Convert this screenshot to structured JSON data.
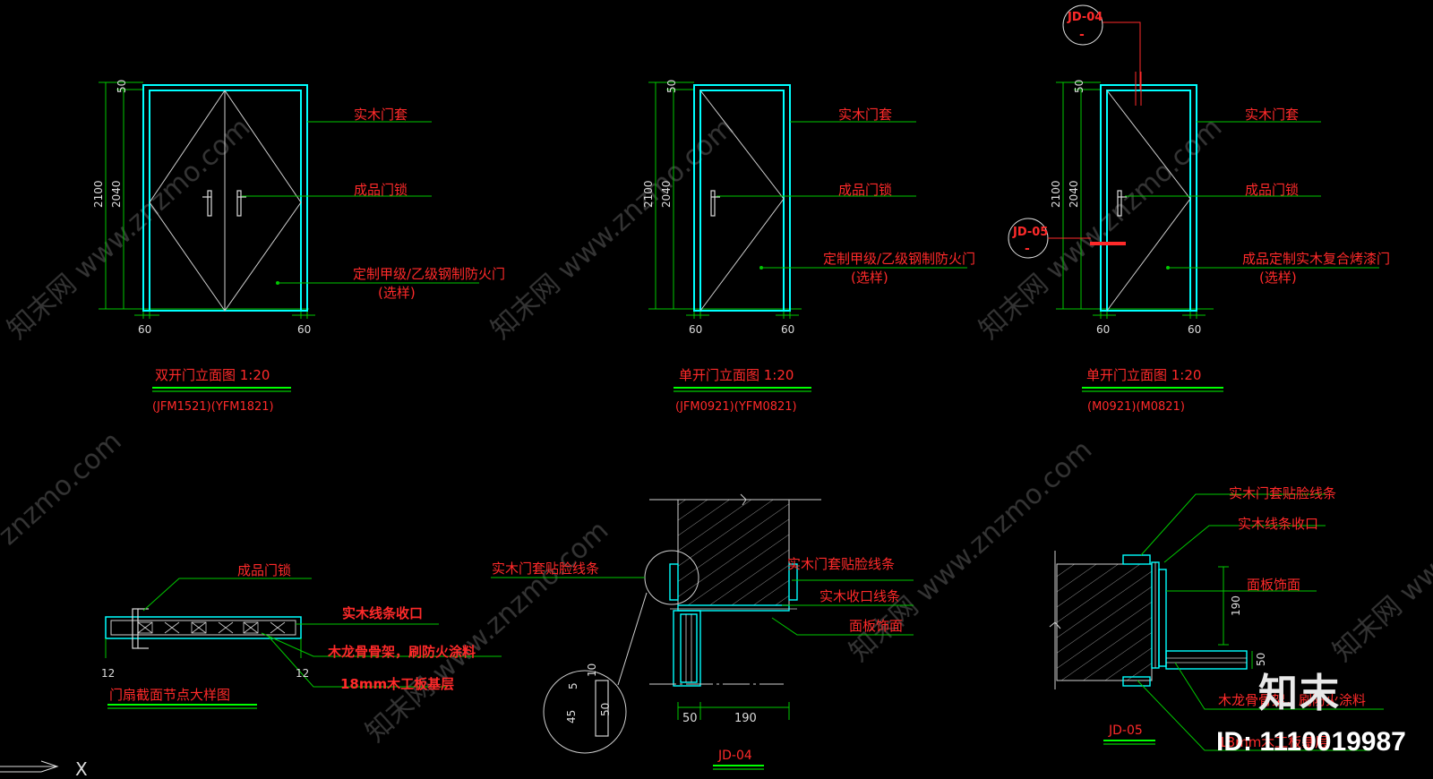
{
  "colors": {
    "background": "#000000",
    "frame": "#00ffff",
    "leader": "#00c800",
    "label": "#ff2a2a",
    "title_underline": "#00ff00",
    "hatch": "#bfbfbf",
    "geometry": "#d8d8d8"
  },
  "elevations": [
    {
      "title": "双开门立面图 1:20",
      "codes": "(JFM1521)(YFM1821)",
      "dim_total": "2100",
      "dim_leaf": "2040",
      "dim_top": "50",
      "dim_left": "60",
      "dim_right": "60",
      "label_frame": "实木门套",
      "label_lock": "成品门锁",
      "label_door_line1": "定制甲级/乙级钢制防火门",
      "label_door_line2": "(选样)"
    },
    {
      "title": "单开门立面图 1:20",
      "codes": "(JFM0921)(YFM0821)",
      "dim_total": "2100",
      "dim_leaf": "2040",
      "dim_top": "50",
      "dim_left": "60",
      "dim_right": "60",
      "label_frame": "实木门套",
      "label_lock": "成品门锁",
      "label_door_line1": "定制甲级/乙级钢制防火门",
      "label_door_line2": "(选样)"
    },
    {
      "title": "单开门立面图 1:20",
      "codes": "(M0921)(M0821)",
      "dim_total": "2100",
      "dim_leaf": "2040",
      "dim_top": "50",
      "dim_left": "60",
      "dim_right": "60",
      "label_frame": "实木门套",
      "label_lock": "成品门锁",
      "label_door_line1": "成品定制实木复合烤漆门",
      "label_door_line2": "(选样)",
      "callout_top": "JD-04",
      "callout_side": "JD-05",
      "callout_sub": "-"
    }
  ],
  "section": {
    "title": "门扇截面节点大样图",
    "label_lock": "成品门锁",
    "label_trim": "实木线条收口",
    "label_frame": "木龙骨骨架，刷防火涂料",
    "label_board": "18mm木工板基层",
    "dim_left": "12",
    "dim_right": "12"
  },
  "jd04": {
    "title": "JD-04",
    "label_left": "实木门套贴脸线条",
    "label_r1": "实木门套贴脸线条",
    "label_r2": "实木收口线条",
    "label_r3": "面板饰面",
    "dim_a": "50",
    "dim_b": "190",
    "detail_45": "45",
    "detail_50": "50",
    "detail_5": "5",
    "detail_10": "10"
  },
  "jd05": {
    "title": "JD-05",
    "label_1": "实木门套贴脸线条",
    "label_2": "实木线条收口",
    "label_3": "面板饰面",
    "label_4": "木龙骨骨架，刷防火涂料",
    "label_5": "18mm木工板基层",
    "dim_190": "190",
    "dim_50": "50"
  },
  "watermark": {
    "text_cn": "知末网 www.znzmo.com",
    "text_en": "znzmo.com",
    "brand": "知末",
    "id": "ID: 1110019987"
  },
  "ucs": {
    "x_label": "X"
  }
}
